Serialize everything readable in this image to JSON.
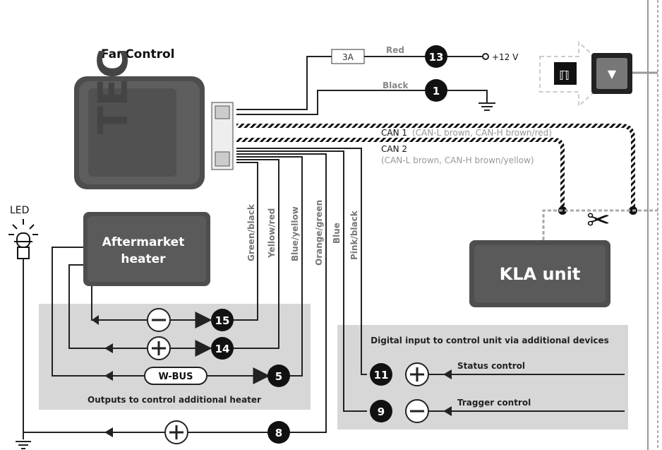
{
  "title": "FanControl",
  "led_label": "LED",
  "heater_box": {
    "line1": "Aftermarket",
    "line2": "heater"
  },
  "kla_box": "KLA unit",
  "fuse_label": "3A",
  "wire_red": "Red",
  "wire_black": "Black",
  "supply_label": "+12 V",
  "can1_label": "CAN 1",
  "can1_detail": "(CAN-L brown, CAN-H brown/red)",
  "can2_label": "CAN 2",
  "can2_detail": "(CAN-L brown, CAN-H brown/yellow)",
  "vertical_wires": [
    "Green/black",
    "Yellow/red",
    "Blue/yellow",
    "Orange/green",
    "Blue",
    "Pink/black"
  ],
  "pins": {
    "p13": "13",
    "p1": "1",
    "p15": "15",
    "p14": "14",
    "p5": "5",
    "p8": "8",
    "p11": "11",
    "p9": "9"
  },
  "wbus_label": "W-BUS",
  "outputs_caption": "Outputs to control additional heater",
  "digital_caption": "Digital input to control unit via additional devices",
  "status_control": "Status control",
  "trigger_control": "Tragger control",
  "colors": {
    "panel": "#d7d7d7",
    "box": "#5a5a5a",
    "wire": "#222222",
    "pin": "#111111"
  }
}
